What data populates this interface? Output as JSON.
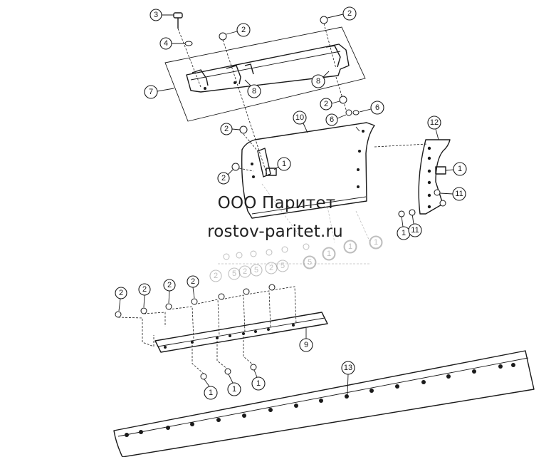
{
  "watermark": {
    "company": "ООО Паритет",
    "website": "rostov-paritet.ru"
  },
  "callouts": {
    "part_1": "1",
    "part_2": "2",
    "part_3": "3",
    "part_4": "4",
    "part_5": "5",
    "part_6": "6",
    "part_7": "7",
    "part_8": "8",
    "part_9": "9",
    "part_10": "10",
    "part_11": "11",
    "part_12": "12",
    "part_13": "13"
  }
}
